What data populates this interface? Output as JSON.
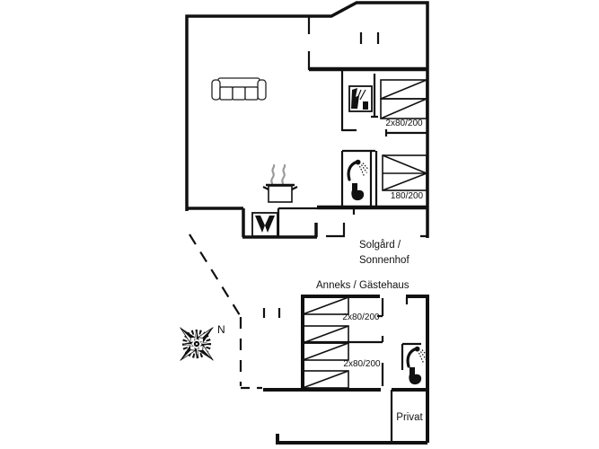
{
  "colors": {
    "background": "#ffffff",
    "ink": "#111111",
    "steam": "#9a9a9a"
  },
  "main_house": {
    "name_line1": "Solgård /",
    "name_line2": "Sonnenhof",
    "bedroom_top_bed_label": "2x80/200",
    "bedroom_bottom_bed_label": "180/200"
  },
  "annex": {
    "name": "Anneks / Gästehaus",
    "room1_bed_label": "2x80/200",
    "room2_bed_label": "2x80/200",
    "private_room_label": "Privat"
  },
  "compass": {
    "north_label": "N"
  },
  "icons": {
    "sofa": "sofa-icon",
    "cooking_pot": "cooking-pot-icon",
    "wood_stove": "wood-stove-icon",
    "utility_appliance": "utility-appliance-icon",
    "shower": "shower-icon",
    "toilet": "toilet-icon",
    "compass_rose": "compass-rose-icon",
    "window_mark": "window-mark-icon",
    "terrace_boundary": "dashed-boundary-line"
  }
}
